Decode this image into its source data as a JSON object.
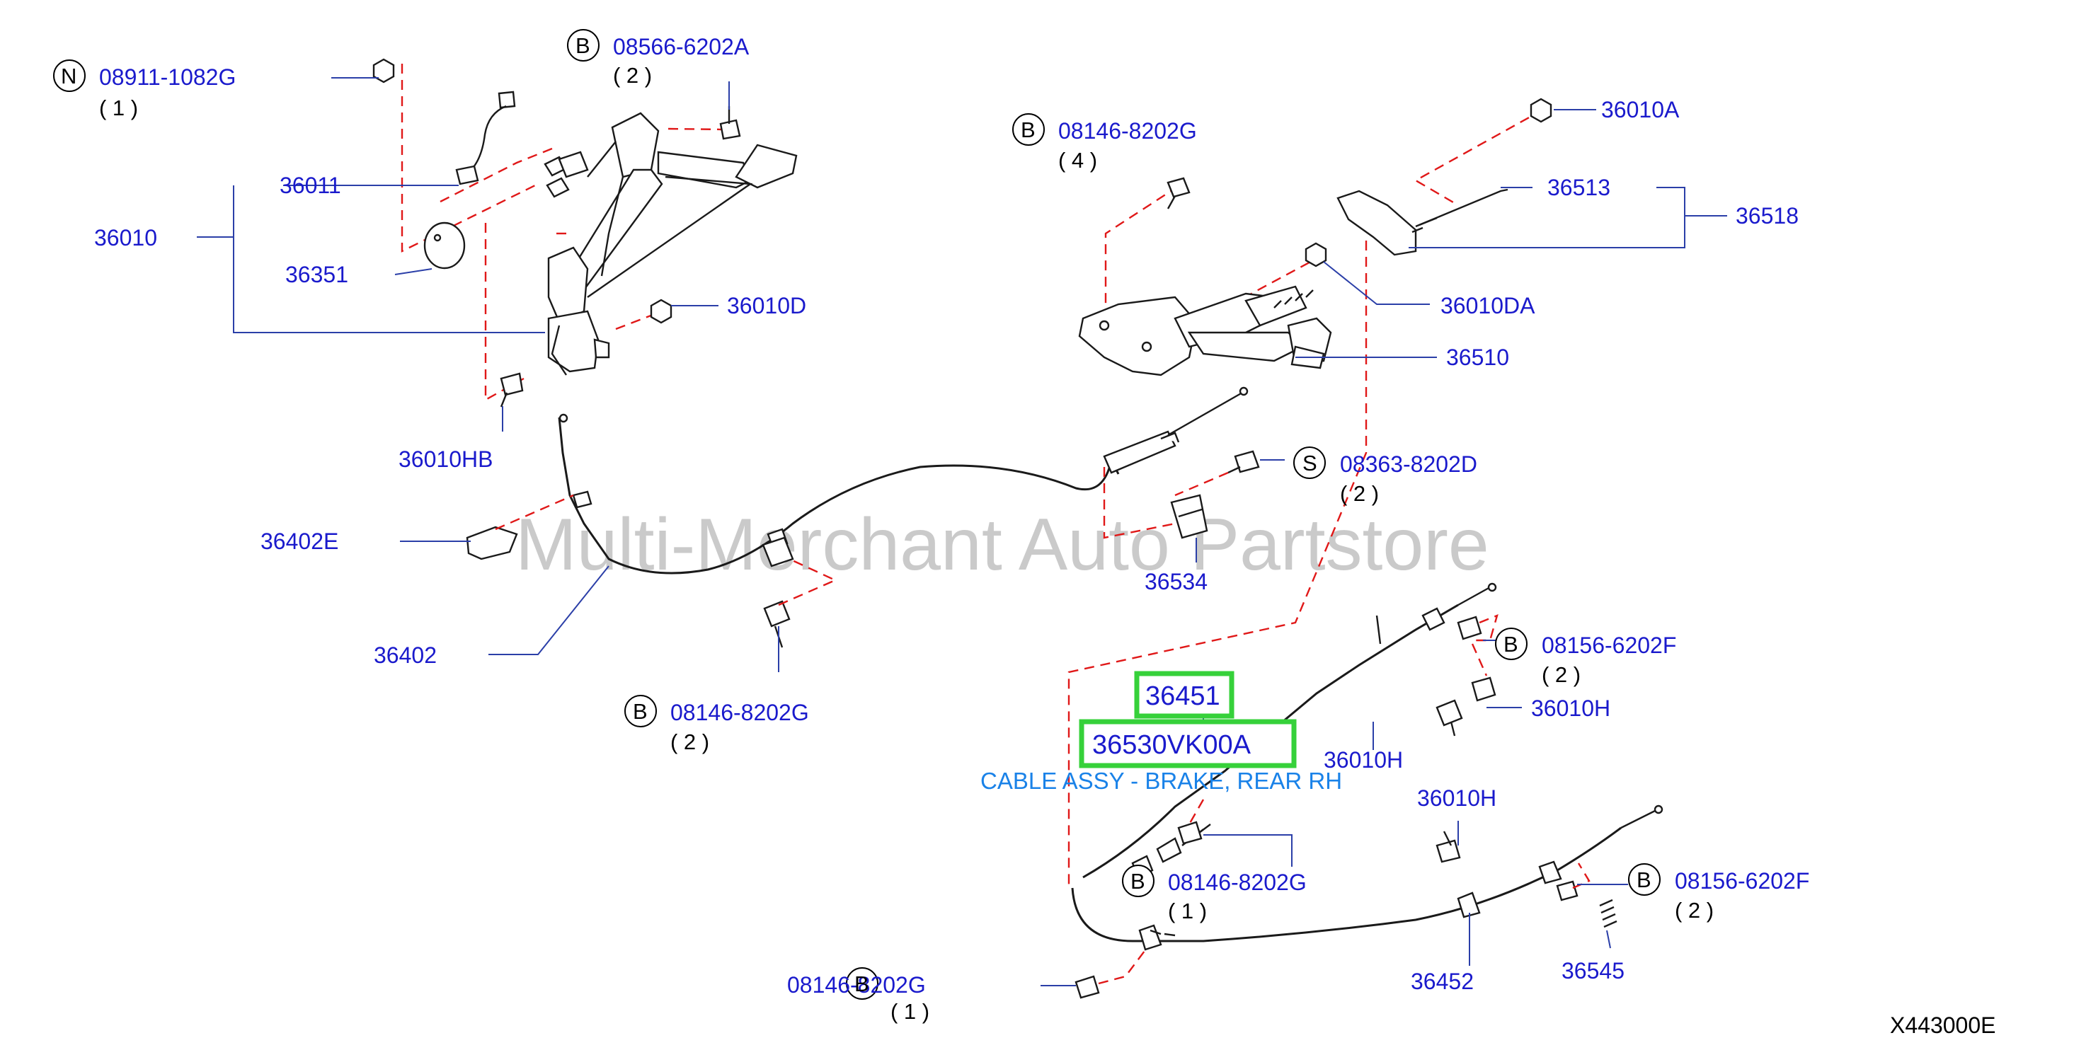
{
  "watermark": "Multi-Merchant Auto Partstore",
  "diagram_code": "X443000E",
  "highlighted_parts": {
    "part_a": "36451",
    "part_b": "36530VK00A",
    "description": "CABLE ASSY - BRAKE, REAR RH"
  },
  "fastener_callouts": [
    {
      "prefix": "N",
      "part": "08911-1082G",
      "qty": "( 1 )"
    },
    {
      "prefix": "B",
      "part": "08566-6202A",
      "qty": "( 2 )"
    },
    {
      "prefix": "B",
      "part": "08146-8202G",
      "qty": "( 4 )"
    },
    {
      "prefix": "S",
      "part": "08363-8202D",
      "qty": "( 2 )"
    },
    {
      "prefix": "B",
      "part": "08146-8202G",
      "qty": "( 2 )"
    },
    {
      "prefix": "B",
      "part": "08156-6202F",
      "qty": "( 2 )"
    },
    {
      "prefix": "B",
      "part": "08146-8202G",
      "qty": "( 1 )"
    },
    {
      "prefix": "B",
      "part": "08156-6202F",
      "qty": "( 2 )"
    },
    {
      "prefix": "B",
      "part": "08146-8202G",
      "qty": "( 1 )"
    }
  ],
  "part_labels": [
    "36010",
    "36011",
    "36351",
    "36010D",
    "36010HB",
    "36402E",
    "36402",
    "36010A",
    "36513",
    "36518",
    "36010DA",
    "36510",
    "36534",
    "36010H",
    "36010H",
    "36010H",
    "36452",
    "36545"
  ]
}
